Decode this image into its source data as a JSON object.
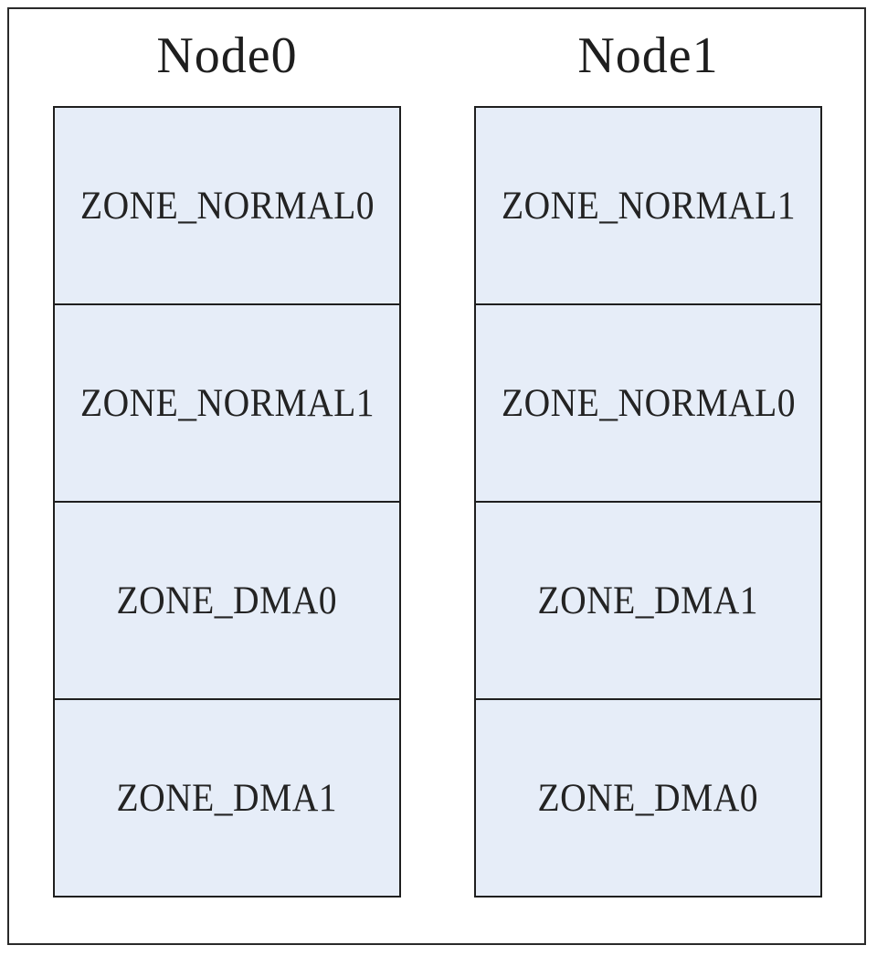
{
  "nodes": [
    {
      "title": "Node0",
      "zones": [
        "ZONE_NORMAL0",
        "ZONE_NORMAL1",
        "ZONE_DMA0",
        "ZONE_DMA1"
      ]
    },
    {
      "title": "Node1",
      "zones": [
        "ZONE_NORMAL1",
        "ZONE_NORMAL0",
        "ZONE_DMA1",
        "ZONE_DMA0"
      ]
    }
  ],
  "colors": {
    "zone_fill": "#e6edf8",
    "border": "#1f1f1f",
    "text": "#232323"
  }
}
